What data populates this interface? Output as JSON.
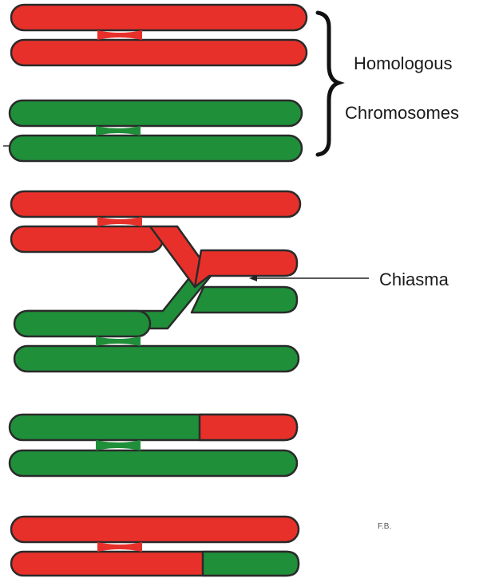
{
  "labels": {
    "homologous": "Homologous",
    "chromosomes": "Chromosomes",
    "chiasma": "Chiasma",
    "credit": "F.B."
  },
  "colors": {
    "red": "#e8302a",
    "green": "#1f8f3a",
    "outline": "#2a2a2a",
    "background": "#ffffff"
  }
}
